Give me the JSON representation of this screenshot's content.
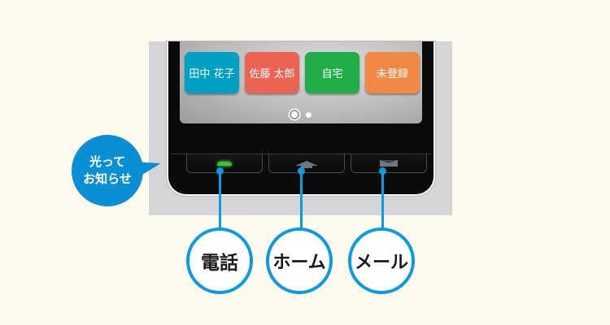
{
  "contacts": [
    {
      "label": "田中 花子",
      "color": "#00a0c2"
    },
    {
      "label": "佐藤 太郎",
      "color": "#ec6352"
    },
    {
      "label": "自宅",
      "color": "#22ad48"
    },
    {
      "label": "未登録",
      "color": "#f18844"
    }
  ],
  "pagination": {
    "pages": 2,
    "current": 1
  },
  "hardware_keys": [
    {
      "name": "phone",
      "icon": "phone-handset-icon",
      "lit": true,
      "glow_color": "#39c23a"
    },
    {
      "name": "home",
      "icon": "home-arrow-icon",
      "lit": false
    },
    {
      "name": "mail",
      "icon": "envelope-icon",
      "lit": false
    }
  ],
  "callout": {
    "line1": "光って",
    "line2": "お知らせ",
    "color": "#0a8fd4"
  },
  "labels": {
    "phone": "電話",
    "home": "ホーム",
    "mail": "メール"
  },
  "accent_color": "#0a9be0"
}
